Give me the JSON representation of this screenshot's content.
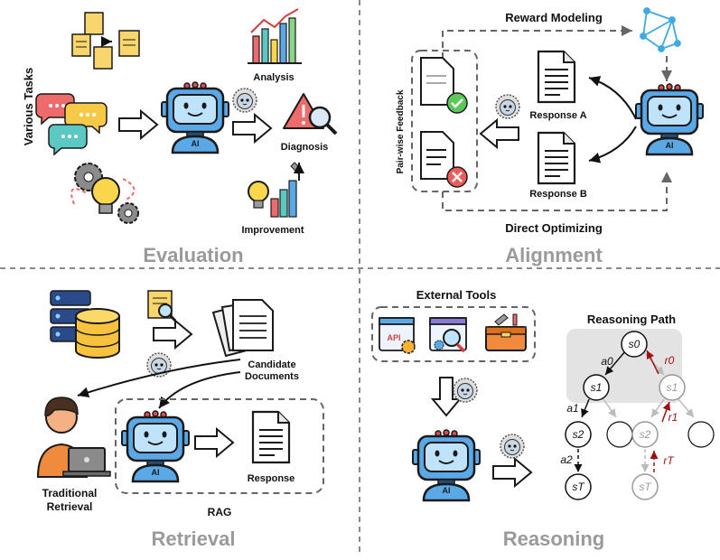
{
  "quadrants": {
    "evaluation": {
      "title": "Evaluation",
      "side_label": "Various Tasks",
      "outputs": [
        "Analysis",
        "Diagnosis",
        "Improvement"
      ],
      "robot_tag": "AI"
    },
    "alignment": {
      "title": "Alignment",
      "top_label": "Reward Modeling",
      "bottom_label": "Direct Optimizing",
      "feedback_label": "Pair-wise Feedback",
      "responses": [
        "Response A",
        "Response B"
      ],
      "robot_tag": "AI"
    },
    "retrieval": {
      "title": "Retrieval",
      "docs_label_1": "Candidate",
      "docs_label_2": "Documents",
      "person_label_1": "Traditional",
      "person_label_2": "Retrieval",
      "rag_label": "RAG",
      "response_label": "Response",
      "robot_tag": "AI"
    },
    "reasoning": {
      "title": "Reasoning",
      "tools_label": "External Tools",
      "path_label": "Reasoning Path",
      "api_label": "API",
      "robot_tag": "AI",
      "tree": {
        "nodes": [
          "s0",
          "s1",
          "s1",
          "s2",
          "s2",
          "sT",
          "sT"
        ],
        "actions": [
          "a0",
          "a1",
          "a2"
        ],
        "rewards": [
          "r0",
          "r1",
          "rT"
        ]
      }
    }
  },
  "colors": {
    "title_gray": "#9a9a9a",
    "robot_blue": "#5aa9e6",
    "robot_dark": "#2a4a6a",
    "reward_red": "#a01010",
    "path_gray": "#e3e3e3"
  }
}
